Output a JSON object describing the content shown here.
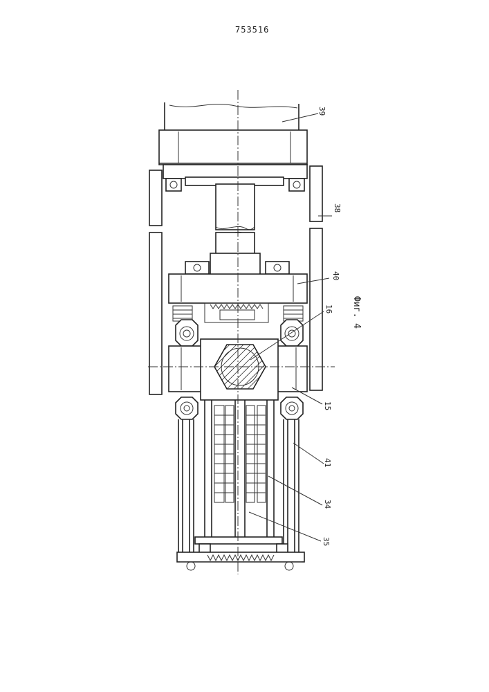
{
  "header": {
    "patent_number": "753516"
  },
  "figure": {
    "caption": "Фиг. 4"
  },
  "labels": [
    {
      "id": "39",
      "text": "39"
    },
    {
      "id": "38",
      "text": "38"
    },
    {
      "id": "40",
      "text": "40"
    },
    {
      "id": "16",
      "text": "16"
    },
    {
      "id": "15",
      "text": "15"
    },
    {
      "id": "41",
      "text": "41"
    },
    {
      "id": "34",
      "text": "34"
    },
    {
      "id": "35",
      "text": "35"
    }
  ]
}
